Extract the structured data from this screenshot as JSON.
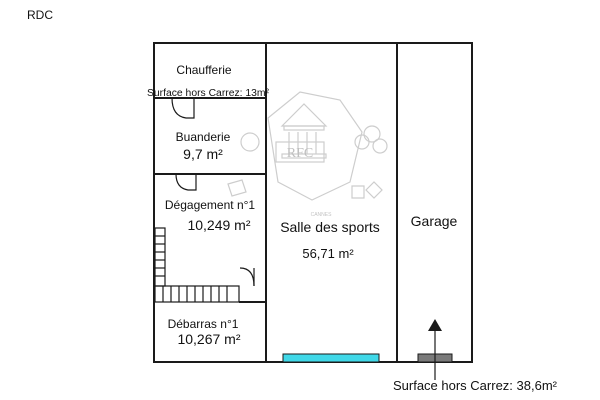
{
  "plan": {
    "level_label": "RDC",
    "rooms": {
      "chaufferie": {
        "name": "Chaufferie",
        "note": "Surface hors Carrez: 13m²"
      },
      "buanderie": {
        "name": "Buanderie",
        "area": "9,7  m²"
      },
      "degagement": {
        "name": "Dégagement n°1",
        "area": "10,249  m²"
      },
      "debarras": {
        "name": "Débarras n°1",
        "area": "10,267  m²"
      },
      "salle_sports": {
        "name": "Salle des sports",
        "area": "56,71  m²"
      },
      "garage": {
        "name": "Garage",
        "note": "Surface hors Carrez: 38,6m²"
      }
    },
    "watermark": {
      "text": "RFC",
      "sub": "CANNES"
    },
    "colors": {
      "wall": "#1a1a1a",
      "opening_salle": "#40d8e8",
      "opening_garage": "#7a7a7a",
      "watermark": "#c8c8c8"
    }
  }
}
